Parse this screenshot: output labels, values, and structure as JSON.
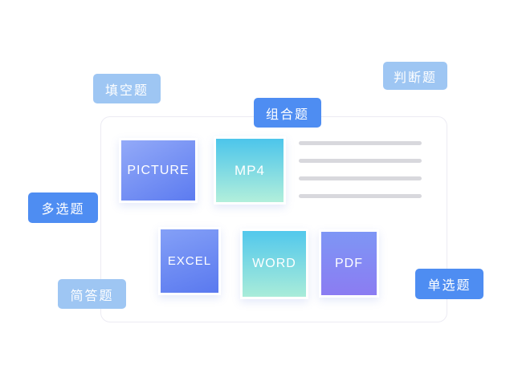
{
  "illustration": {
    "description_badges": {
      "fill_blank": {
        "label": "填空题"
      },
      "judge": {
        "label": "判断题"
      },
      "combine": {
        "label": "组合题"
      },
      "multi_choice": {
        "label": "多选题"
      },
      "short_answer": {
        "label": "简答题"
      },
      "single_choice": {
        "label": "单选题"
      }
    },
    "card": {
      "tiles": {
        "picture": {
          "label": "PICTURE"
        },
        "mp4": {
          "label": "MP4"
        },
        "excel": {
          "label": "EXCEL"
        },
        "word": {
          "label": "WORD"
        },
        "pdf": {
          "label": "PDF"
        }
      },
      "placeholder_line_count": 4
    },
    "colors": {
      "badge_light": "#9ec6f3",
      "badge_dark": "#4e8df2",
      "card_border": "#ecebf3",
      "placeholder_line": "#d8d8dd",
      "tile_blue_start": "#93aaf8",
      "tile_blue_end": "#5c7bf0",
      "tile_cyan_start": "#4cc5eb",
      "tile_cyan_end": "#b2efdb",
      "tile_violet_start": "#7e96f5",
      "tile_violet_end": "#8b7cf2"
    }
  }
}
